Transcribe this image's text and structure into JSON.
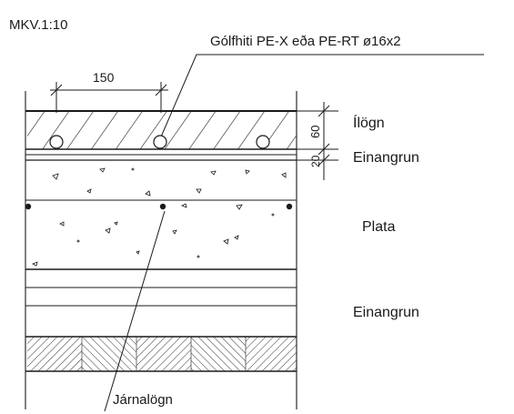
{
  "scale": "MKV.1:10",
  "callouts": {
    "pipe": "Gólfhiti PE-X eða PE-RT ø16x2",
    "rebar": "Járnalögn"
  },
  "dimensions": {
    "pipe_spacing": "150",
    "screed_thickness": "60",
    "insulation_thickness": "20"
  },
  "layers": [
    {
      "label": "Ílögn"
    },
    {
      "label": "Einangrun"
    },
    {
      "label": "Plata"
    },
    {
      "label": "Einangrun"
    }
  ]
}
